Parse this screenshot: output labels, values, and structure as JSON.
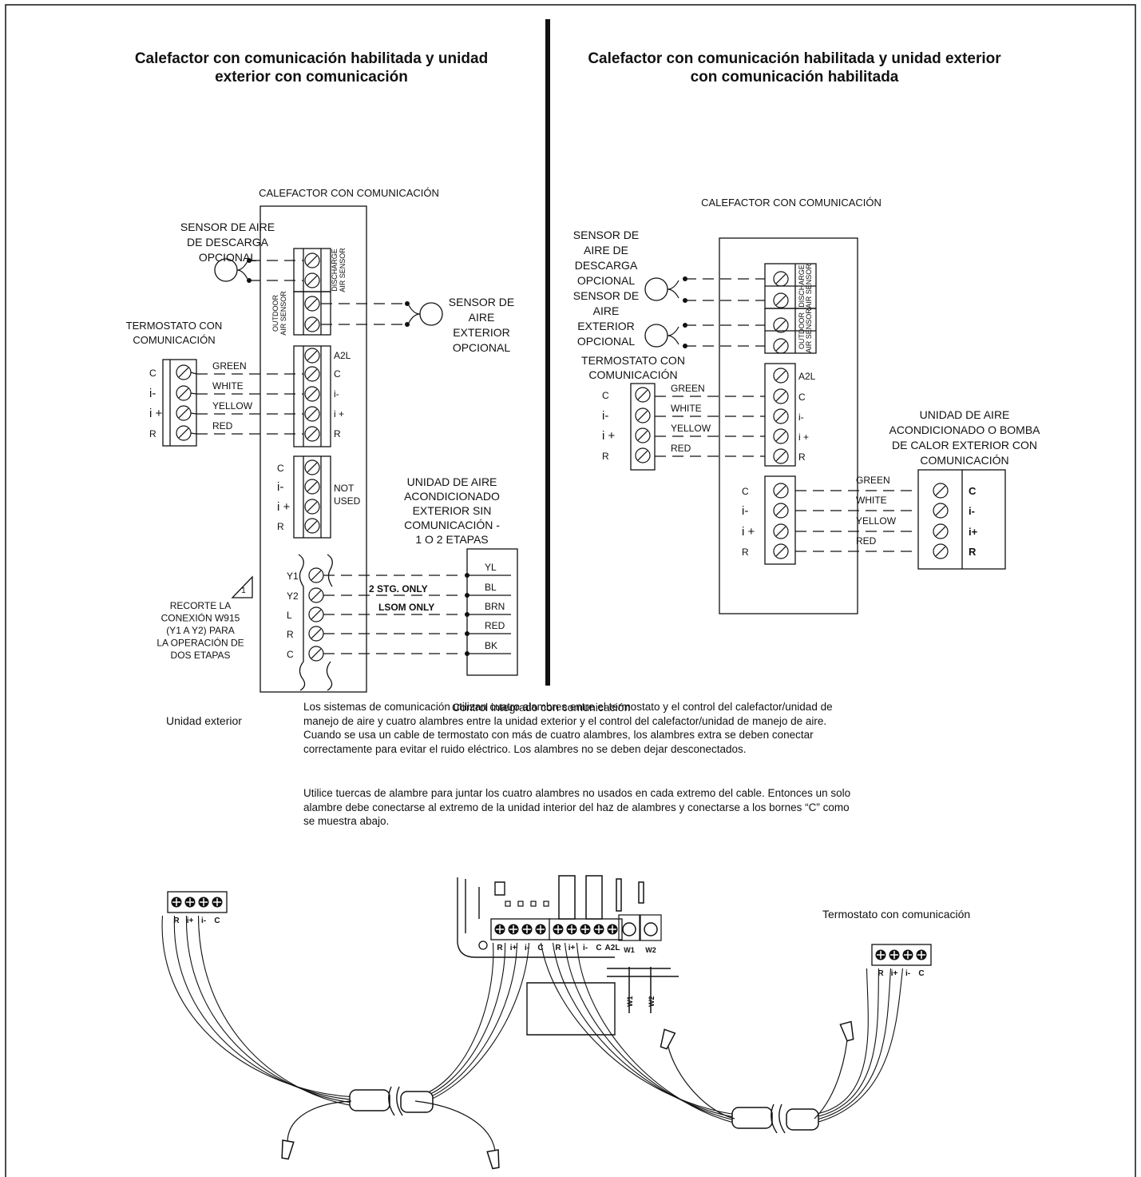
{
  "titles": {
    "left": "Calefactor con comunicación habilitada y unidad exterior con comunicación",
    "right": "Calefactor con comunicación habilitada y unidad exterior con comunicación habilitada"
  },
  "left_diagram": {
    "furnace_label": "CALEFACTOR CON COMUNICACIÓN",
    "discharge_sensor": [
      "SENSOR DE AIRE",
      "DE DESCARGA",
      "OPCIONAL"
    ],
    "discharge_block": [
      "DISCHARGE",
      "AIR SENSOR"
    ],
    "outdoor_block": [
      "OUTDOOR",
      "AIR SENSOR"
    ],
    "outdoor_sensor": [
      "SENSOR DE",
      "AIRE",
      "EXTERIOR",
      "OPCIONAL"
    ],
    "thermostat": [
      "TERMOSTATO CON",
      "COMUNICACIÓN"
    ],
    "tstat_terminals": [
      "C",
      "i-",
      "i +",
      "R"
    ],
    "wires": [
      "GREEN",
      "WHITE",
      "YELLOW",
      "RED"
    ],
    "furnace_terminals": [
      "A2L",
      "C",
      "i-",
      "i +",
      "R"
    ],
    "unused_terminals": [
      "C",
      "i-",
      "i +",
      "R"
    ],
    "not_used": [
      "NOT",
      "USED"
    ],
    "outdoor_unit": [
      "UNIDAD DE AIRE",
      "ACONDICIONADO",
      "EXTERIOR SIN",
      "COMUNICACIÓN -",
      "1 O 2 ETAPAS"
    ],
    "low_terminals": [
      "Y1",
      "Y2",
      "L",
      "R",
      "C"
    ],
    "unit_wires": [
      "YL",
      "BL",
      "BRN",
      "RED",
      "BK"
    ],
    "stg_note": "2 STG. ONLY",
    "lsom_note": "LSOM ONLY",
    "warning_number": "1",
    "jumper_note": [
      "RECORTE LA",
      "CONEXIÓN W915",
      "(Y1 A Y2) PARA",
      "LA OPERACIÓN DE",
      "DOS ETAPAS"
    ]
  },
  "right_diagram": {
    "furnace_label": "CALEFACTOR CON COMUNICACIÓN",
    "discharge_sensor": [
      "SENSOR DE",
      "AIRE DE",
      "DESCARGA",
      "OPCIONAL"
    ],
    "outdoor_sensor": [
      "SENSOR DE",
      "AIRE",
      "EXTERIOR",
      "OPCIONAL"
    ],
    "discharge_block": [
      "DISCHARGE",
      "AIR SENSOR"
    ],
    "outdoor_block": [
      "OUTDOOR",
      "AIR SENSOR"
    ],
    "thermostat": [
      "TERMOSTATO CON",
      "COMUNICACIÓN"
    ],
    "tstat_terminals": [
      "C",
      "i-",
      "i +",
      "R"
    ],
    "wires": [
      "GREEN",
      "WHITE",
      "YELLOW",
      "RED"
    ],
    "furnace_terminals": [
      "A2L",
      "C",
      "i-",
      "i +",
      "R"
    ],
    "lower_terminals": [
      "C",
      "i-",
      "i +",
      "R"
    ],
    "outdoor_wires": [
      "GREEN",
      "WHITE",
      "YELLOW",
      "RED"
    ],
    "outdoor_unit": [
      "UNIDAD DE AIRE",
      "ACONDICIONADO O BOMBA",
      "DE CALOR EXTERIOR CON",
      "COMUNICACIÓN"
    ],
    "outdoor_unit_terminals": [
      "C",
      "i-",
      "i+",
      "R"
    ]
  },
  "paragraphs": [
    "Los sistemas de comunicación utilizan cuatro alambres entre el termostato y el control del calefactor/unidad de manejo de aire y cuatro alambres entre la unidad exterior y el control del calefactor/unidad de manejo de aire. Cuando se usa un cable de termostato con más de cuatro alambres, los alambres extra se deben conectar correctamente para evitar el ruido eléctrico. Los alambres no se deben dejar desconectados.",
    "Utilice tuercas de alambre para juntar los cuatro alambres no usados en cada extremo del cable. Entonces un solo alambre debe conectarse al extremo de la unidad interior del haz de alambres y conectarse a los bornes “C” como se muestra abajo."
  ],
  "bottom": {
    "outdoor_unit_caption": "Unidad exterior",
    "control_caption": "Control integrado con comunicación",
    "thermostat_caption": "Termostato con comunicación",
    "outdoor_plug_labels": [
      "R",
      "i+",
      "i-",
      "C"
    ],
    "control_plug1_labels": [
      "R",
      "i+",
      "i-",
      "C"
    ],
    "control_plug2_labels": [
      "R",
      "i+",
      "i-",
      "C",
      "A2L"
    ],
    "control_w_labels": [
      "W1",
      "W2"
    ],
    "thermostat_plug_labels": [
      "R",
      "i+",
      "i-",
      "C"
    ]
  }
}
